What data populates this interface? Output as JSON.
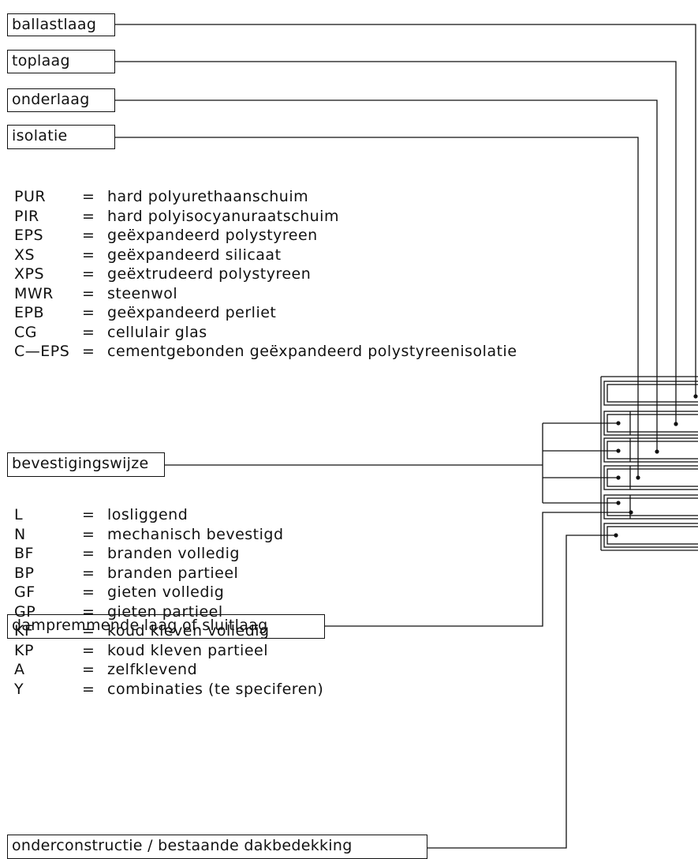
{
  "labels": {
    "ballastlaag": "ballastlaag",
    "toplaag": "toplaag",
    "onderlaag": "onderlaag",
    "isolatie": "isolatie",
    "bevestigingswijze": "bevestigingswijze",
    "damprem": "dampremmende laag of sluitlaag",
    "onderconstructie": "onderconstructie / bestaande dakbedekking"
  },
  "insulation_legend": [
    {
      "abbr": "PUR",
      "eq": "=",
      "desc": "hard polyurethaanschuim"
    },
    {
      "abbr": "PIR",
      "eq": "=",
      "desc": "hard polyisocyanuraatschuim"
    },
    {
      "abbr": "EPS",
      "eq": "=",
      "desc": "geëxpandeerd polystyreen"
    },
    {
      "abbr": "XS",
      "eq": "=",
      "desc": "geëxpandeerd silicaat"
    },
    {
      "abbr": "XPS",
      "eq": "=",
      "desc": "geëxtrudeerd polystyreen"
    },
    {
      "abbr": "MWR",
      "eq": "=",
      "desc": "steenwol"
    },
    {
      "abbr": "EPB",
      "eq": "=",
      "desc": "geëxpandeerd perliet"
    },
    {
      "abbr": "CG",
      "eq": "=",
      "desc": "cellulair glas"
    },
    {
      "abbr": "C—EPS",
      "eq": "=",
      "desc": "cementgebonden geëxpandeerd polystyreenisolatie"
    }
  ],
  "fixing_legend": [
    {
      "abbr": "L",
      "eq": "=",
      "desc": "losliggend"
    },
    {
      "abbr": "N",
      "eq": "=",
      "desc": "mechanisch bevestigd"
    },
    {
      "abbr": "BF",
      "eq": "=",
      "desc": "branden volledig"
    },
    {
      "abbr": "BP",
      "eq": "=",
      "desc": "branden partieel"
    },
    {
      "abbr": "GF",
      "eq": "=",
      "desc": "gieten volledig"
    },
    {
      "abbr": "GP",
      "eq": "=",
      "desc": "gieten partieel"
    },
    {
      "abbr": "KF",
      "eq": "=",
      "desc": "koud kleven volledig"
    },
    {
      "abbr": "KP",
      "eq": "=",
      "desc": "koud kleven partieel"
    },
    {
      "abbr": "A",
      "eq": "=",
      "desc": "zelfklevend"
    },
    {
      "abbr": "Y",
      "eq": "=",
      "desc": "combinaties (te speciferen)"
    }
  ]
}
